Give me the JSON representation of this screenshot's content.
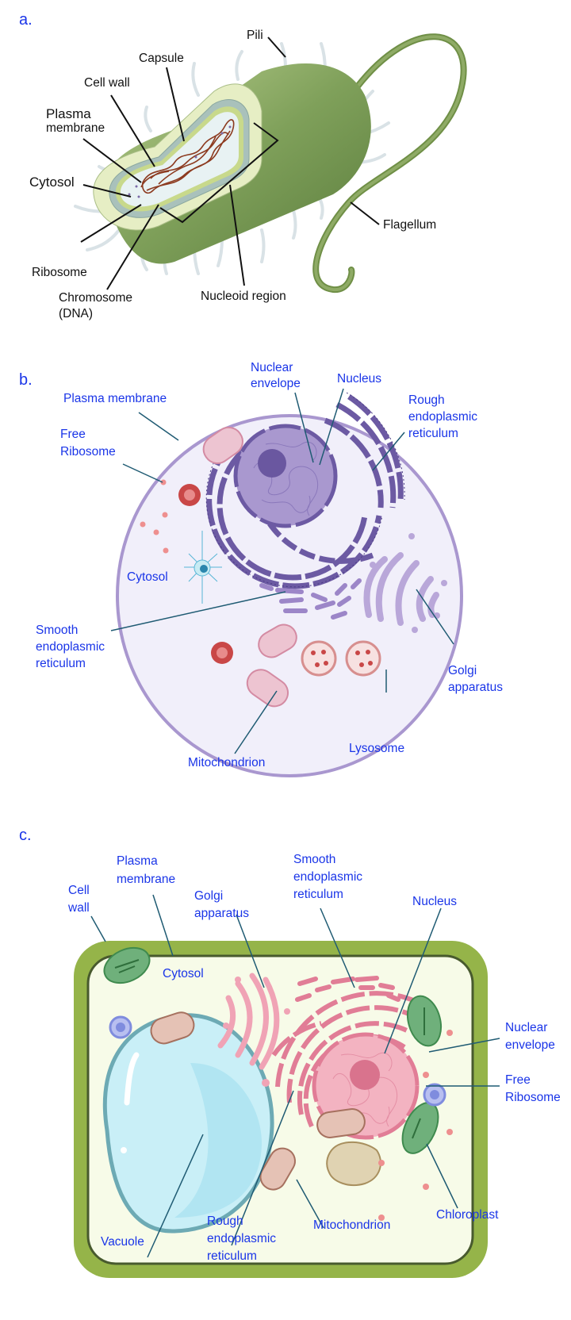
{
  "figure": {
    "panels": [
      {
        "id": "a",
        "letter": "a.",
        "title": "Prokaryotic cell",
        "labels": {
          "pili": "Pili",
          "capsule": "Capsule",
          "cell_wall": "Cell wall",
          "plasma_membrane_1": "Plasma",
          "plasma_membrane_2": "membrane",
          "cytosol": "Cytosol",
          "ribosome": "Ribosome",
          "chromosome_1": "Chromosome",
          "chromosome_2": "(DNA)",
          "nucleoid_region": "Nucleoid region",
          "flagellum": "Flagellum"
        }
      },
      {
        "id": "b",
        "letter": "b.",
        "title": "Animal cell",
        "labels": {
          "nuclear_envelope_1": "Nuclear",
          "nuclear_envelope_2": "envelope",
          "nucleus": "Nucleus",
          "plasma_membrane": "Plasma membrane",
          "rough_er_1": "Rough",
          "rough_er_2": "endoplasmic",
          "rough_er_3": "reticulum",
          "free_ribosome_1": "Free",
          "free_ribosome_2": "Ribosome",
          "cytosol": "Cytosol",
          "smooth_er_1": "Smooth",
          "smooth_er_2": "endoplasmic",
          "smooth_er_3": "reticulum",
          "golgi_1": "Golgi",
          "golgi_2": "apparatus",
          "mitochondrion": "Mitochondrion",
          "lysosome": "Lysosome"
        }
      },
      {
        "id": "c",
        "letter": "c.",
        "title": "Plant cell",
        "labels": {
          "plasma_membrane_1": "Plasma",
          "plasma_membrane_2": "membrane",
          "cell_wall_1": "Cell",
          "cell_wall_2": "wall",
          "golgi_1": "Golgi",
          "golgi_2": "apparatus",
          "smooth_er_1": "Smooth",
          "smooth_er_2": "endoplasmic",
          "smooth_er_3": "reticulum",
          "nucleus": "Nucleus",
          "cytosol": "Cytosol",
          "nuclear_envelope_1": "Nuclear",
          "nuclear_envelope_2": "envelope",
          "free_ribosome_1": "Free",
          "free_ribosome_2": "Ribosome",
          "chloroplast": "Chloroplast",
          "mitochondrion": "Mitochondrion",
          "rough_er_1": "Rough",
          "rough_er_2": "endoplasmic",
          "rough_er_3": "reticulum",
          "vacuole": "Vacuole"
        }
      }
    ],
    "colors": {
      "label_blue": "#1a35e8",
      "label_black": "#111111",
      "leader_teal": "#1f5b73",
      "bacterium_green": "#6f8f46",
      "animal_cell_fill": "#f1effa",
      "animal_cell_border": "#a997cf",
      "plant_wall": "#95b449",
      "plant_cytosol": "#f7fbe8"
    }
  }
}
